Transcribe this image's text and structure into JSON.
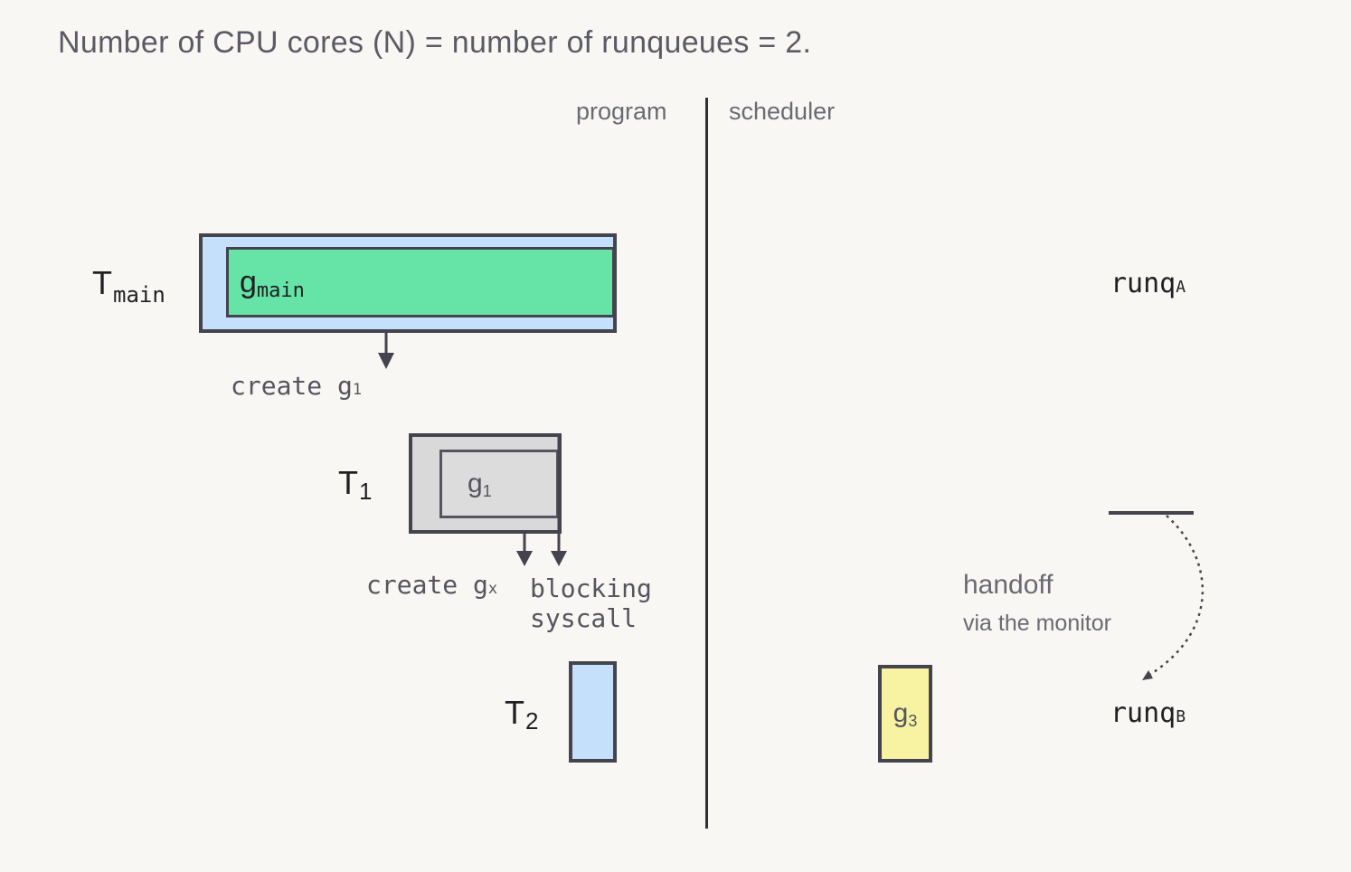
{
  "header": {
    "title": "Number of CPU cores (N) = number of runqueues = 2."
  },
  "columns": {
    "program": "program",
    "scheduler": "scheduler"
  },
  "threads": {
    "tmain": {
      "base": "T",
      "sub": "main"
    },
    "t1": {
      "base": "T",
      "sub": "1"
    },
    "t2": {
      "base": "T",
      "sub": "2"
    }
  },
  "goroutines": {
    "gmain": {
      "base": "g",
      "sub": "main"
    },
    "g1": {
      "base": "g",
      "sub": "1"
    },
    "g3": {
      "base": "g",
      "sub": "3"
    }
  },
  "actions": {
    "create_g1": {
      "text": "create g",
      "sub": "1"
    },
    "create_gx": {
      "text": "create g",
      "sub": "x"
    },
    "blocking_line1": "blocking",
    "blocking_line2": "syscall"
  },
  "runqueues": {
    "a": {
      "base": "runq",
      "sub": "A"
    },
    "b": {
      "base": "runq",
      "sub": "B"
    }
  },
  "handoff": {
    "title": "handoff",
    "subtitle": "via the monitor"
  },
  "colors": {
    "background": "#f9f7f3",
    "thread_blue": "#c4e0fa",
    "goroutine_green": "#66e3a6",
    "thread_grey": "#d9d9d9",
    "g_yellow": "#f7f3a2",
    "outline": "#44444e"
  }
}
